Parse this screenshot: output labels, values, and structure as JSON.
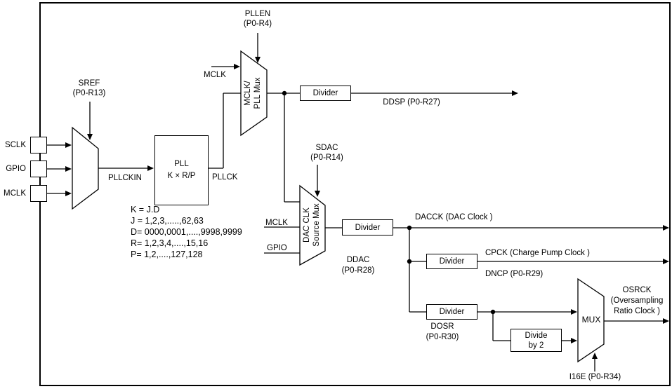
{
  "pins": {
    "sclk": "SCLK",
    "gpio": "GPIO",
    "mclk": "MCLK"
  },
  "sref_mux": {
    "control_line1": "SREF",
    "control_line2": "(P0-R13)"
  },
  "pllckin_label": "PLLCKIN",
  "pll": {
    "title": "PLL",
    "formula": "K × R/P",
    "params": [
      "K = J.D",
      "J = 1,2,3,.....,62,63",
      "D= 0000,0001,....,9998,9999",
      "R= 1,2,3,4,....,15,16",
      "P= 1,2,....,127,128"
    ]
  },
  "pllck_label": "PLLCK",
  "mclk_pll_mux": {
    "line1": "MCLK/",
    "line2": "PLL Mux",
    "control_line1": "PLLEN",
    "control_line2": "(P0-R4)",
    "mclk_input": "MCLK"
  },
  "dsp_path": {
    "divider": "Divider",
    "output_label": "DDSP (P0-R27)"
  },
  "dac_mux": {
    "line1": "DAC CLK",
    "line2": "Source Mux",
    "control_line1": "SDAC",
    "control_line2": "(P0-R14)",
    "mclk_input": "MCLK",
    "gpio_input": "GPIO"
  },
  "dac_path": {
    "divider": "Divider",
    "output_label": "DACCK (DAC Clock )",
    "reg_line1": "DDAC",
    "reg_line2": "(P0-R28)"
  },
  "cp_path": {
    "divider": "Divider",
    "output_label": "CPCK (Charge Pump Clock )",
    "reg_label": "DNCP (P0-R29)"
  },
  "osr_path": {
    "divider": "Divider",
    "reg_line1": "DOSR",
    "reg_line2": "(P0-R30)",
    "divide_by_2_line1": "Divide",
    "divide_by_2_line2": "by 2",
    "mux_label": "MUX",
    "mux_control": "I16E (P0-R34)",
    "output_line1": "OSRCK",
    "output_line2": "(Oversampling",
    "output_line3": "Ratio Clock )"
  },
  "colors": {
    "line": "#000000",
    "background": "#ffffff"
  }
}
